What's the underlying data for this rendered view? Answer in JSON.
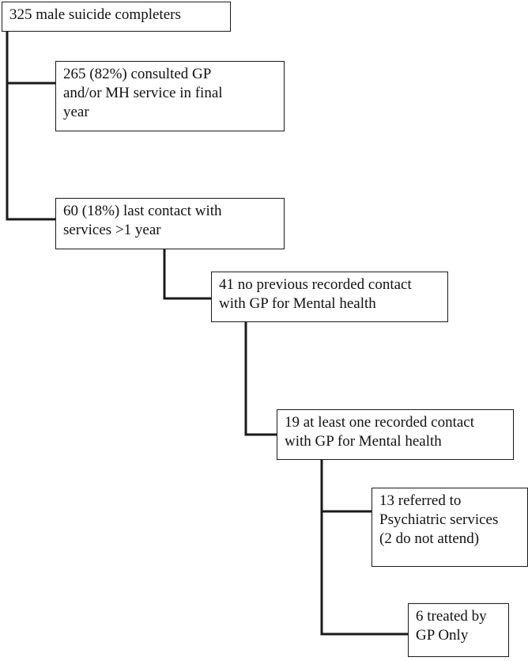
{
  "flowchart": {
    "root": {
      "text": "325 male suicide completers"
    },
    "consulted": {
      "text": "265 (82%) consulted GP\nand/or MH service in final\nyear"
    },
    "last_contact": {
      "text": "60 (18%) last contact with\nservices >1 year"
    },
    "no_previous": {
      "text": "41 no previous recorded contact\nwith GP for Mental health"
    },
    "at_least_one": {
      "text": "19 at least one recorded contact\nwith GP for Mental health"
    },
    "referred": {
      "text": "13 referred to\nPsychiatric services\n(2 do not attend)"
    },
    "treated_gp": {
      "text": "6 treated by\nGP Only"
    }
  }
}
